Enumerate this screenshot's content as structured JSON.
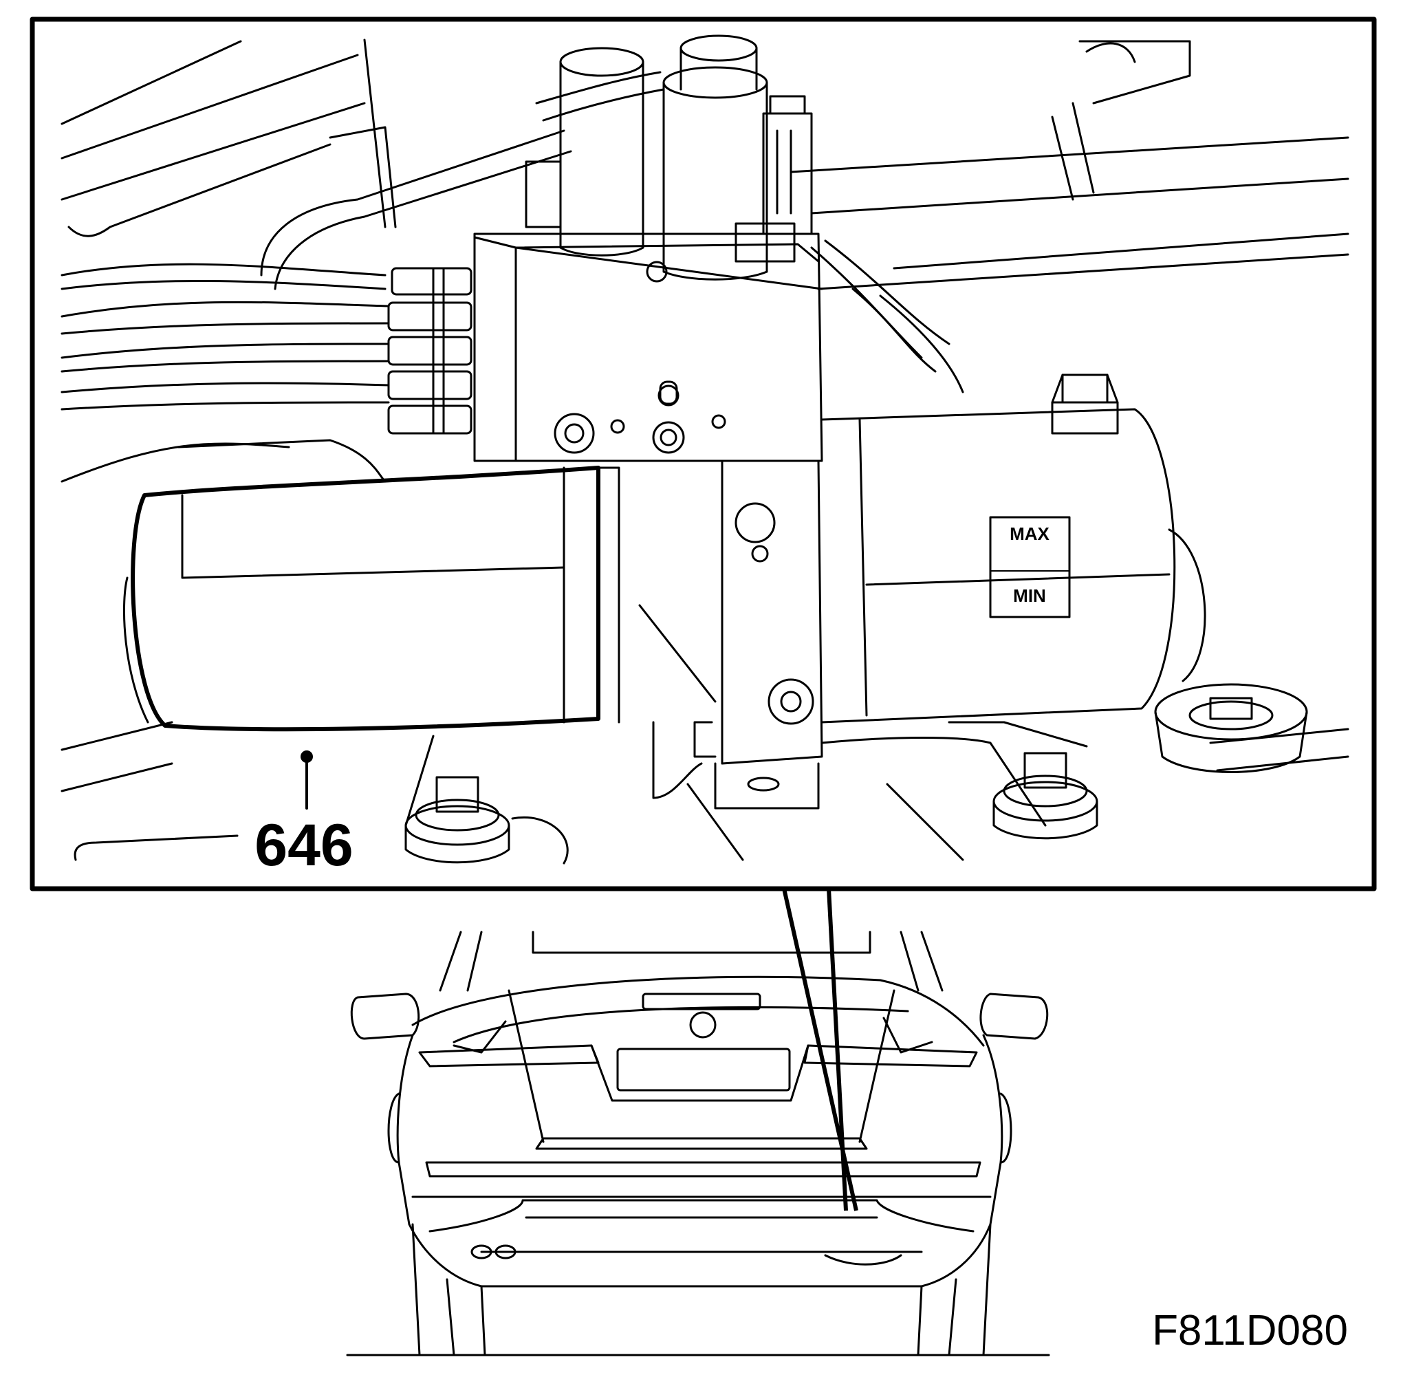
{
  "callout": {
    "number": "646"
  },
  "reservoir": {
    "max_label": "MAX",
    "min_label": "MIN"
  },
  "figure": {
    "id": "F811D080"
  },
  "colors": {
    "line": "#000000",
    "background": "#ffffff"
  }
}
